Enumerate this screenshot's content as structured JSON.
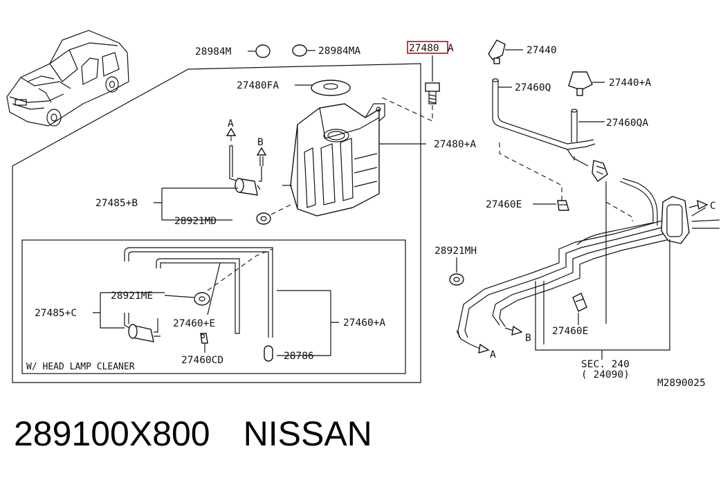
{
  "diagram": {
    "labels": {
      "p28984M": "28984M",
      "p28984MA": "28984MA",
      "p27480_highlight": "27480",
      "p27480_suffix": "A",
      "p27440": "27440",
      "p27440A": "27440+A",
      "p27460Q": "27460Q",
      "p27460QA": "27460QA",
      "p27480FA": "27480FA",
      "p27480A": "27480+A",
      "p27485B": "27485+B",
      "p28921MD": "28921MD",
      "p27460E_top": "27460E",
      "p28921MH": "28921MH",
      "p28921ME": "28921ME",
      "p27485C": "27485+C",
      "p27460E_plus": "27460+E",
      "p27460A_plus": "27460+A",
      "p27460CD": "27460CD",
      "p28786": "28786",
      "p27460E_bottom": "27460E",
      "inset_title": "W/ HEAD LAMP CLEANER",
      "sec_240": "SEC. 240",
      "sec_24090": "( 24090)",
      "diagram_code": "M2890025",
      "arrow_A_top": "A",
      "arrow_B_top": "B",
      "arrow_A_bottom": "A",
      "arrow_B_bottom": "B",
      "arrow_C": "C"
    },
    "highlight_color": "#e0302a"
  },
  "caption": {
    "part_number": "289100X800",
    "brand": "NISSAN"
  }
}
